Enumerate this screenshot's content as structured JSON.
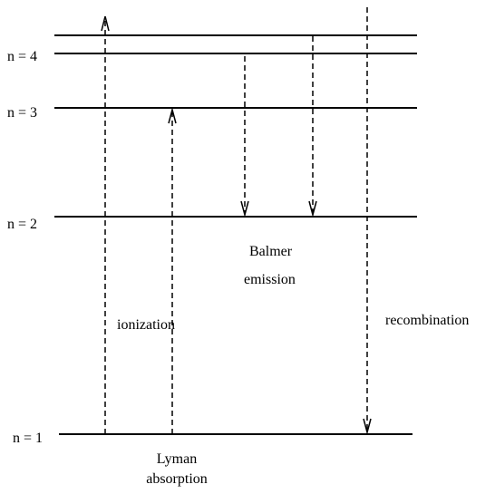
{
  "levels": [
    {
      "label": "n = 4"
    },
    {
      "label": "n = 3"
    },
    {
      "label": "n  = 2"
    },
    {
      "label": "n = 1"
    }
  ],
  "processes": {
    "ionization": "ionization",
    "balmer_line1": "Balmer",
    "balmer_line2": "emission",
    "recombination": "recombination",
    "lyman_line1": "Lyman",
    "lyman_line2": "absorption"
  },
  "colors": {
    "line": "#000000",
    "background": "#ffffff"
  }
}
